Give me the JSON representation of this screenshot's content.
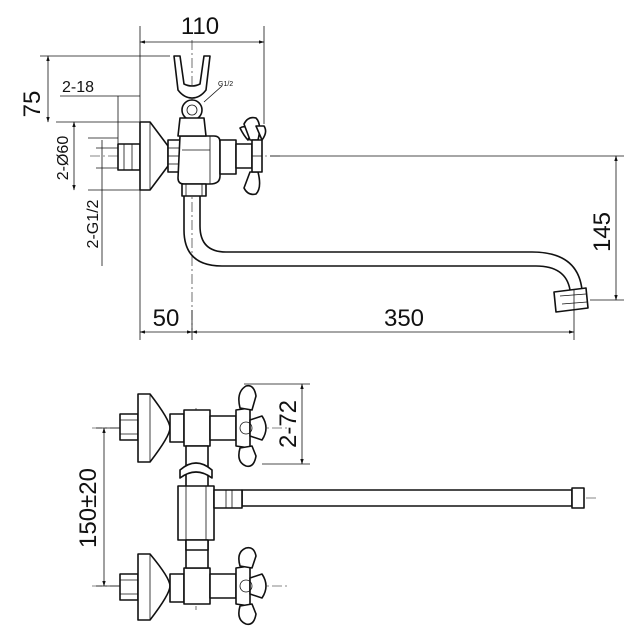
{
  "dimensions": {
    "top_width": "110",
    "pipe_end": "2-18",
    "body_height": "75",
    "flange_diameter": "2-Ø60",
    "thread": "2-G1/2",
    "thread_label": "G1/2",
    "spout_height": "145",
    "offset": "50",
    "spout_length": "350",
    "handle_spacing": "2-72",
    "center_distance": "150±20"
  }
}
